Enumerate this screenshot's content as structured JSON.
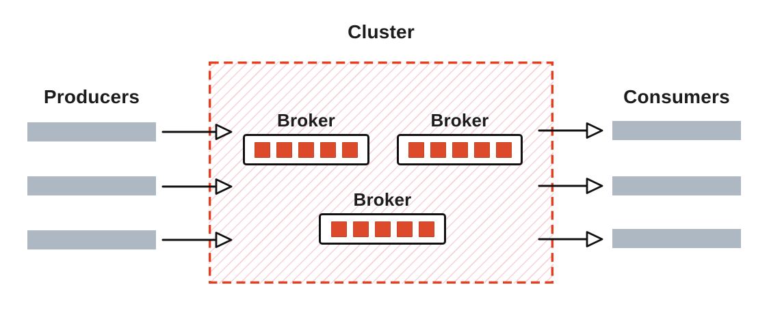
{
  "diagram": {
    "title": "Cluster",
    "left_group": {
      "label": "Producers",
      "count": 3
    },
    "right_group": {
      "label": "Consumers",
      "count": 3
    },
    "cluster": {
      "brokers": [
        {
          "label": "Broker",
          "partitions": 5
        },
        {
          "label": "Broker",
          "partitions": 5
        },
        {
          "label": "Broker",
          "partitions": 5
        }
      ]
    },
    "colors": {
      "background": "#ffffff",
      "text": "#1c1c1c",
      "arrow": "#111111",
      "cluster_border": "#e73c1d",
      "hatch_line": "#f8d0d8",
      "partition_fill": "#dc4a2b",
      "partition_border": "#c24425",
      "bar_fill": "#adb8c3"
    }
  }
}
